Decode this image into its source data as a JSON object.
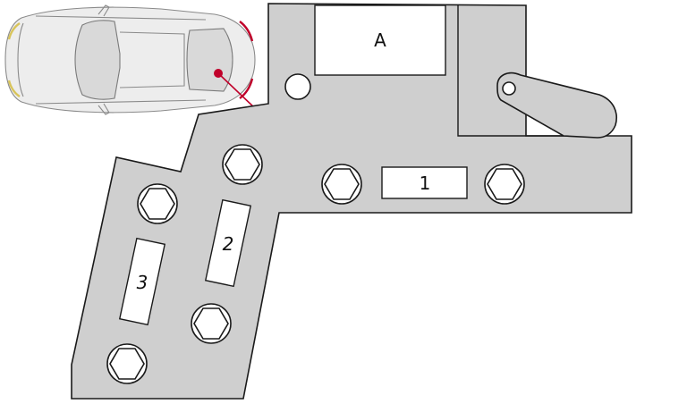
{
  "labels": {
    "box_a": "A",
    "box_1": "1",
    "box_2": "2",
    "box_3": "3"
  },
  "colors": {
    "plate": "#cfcfcf",
    "outline": "#1a1a1a",
    "marker": "#c0002a",
    "tail_light": "#c0002a",
    "head_light": "#d8c45a"
  },
  "icons": {
    "car": "car-top-view-icon",
    "nut": "hex-nut-icon",
    "location_marker": "location-dot-icon"
  }
}
